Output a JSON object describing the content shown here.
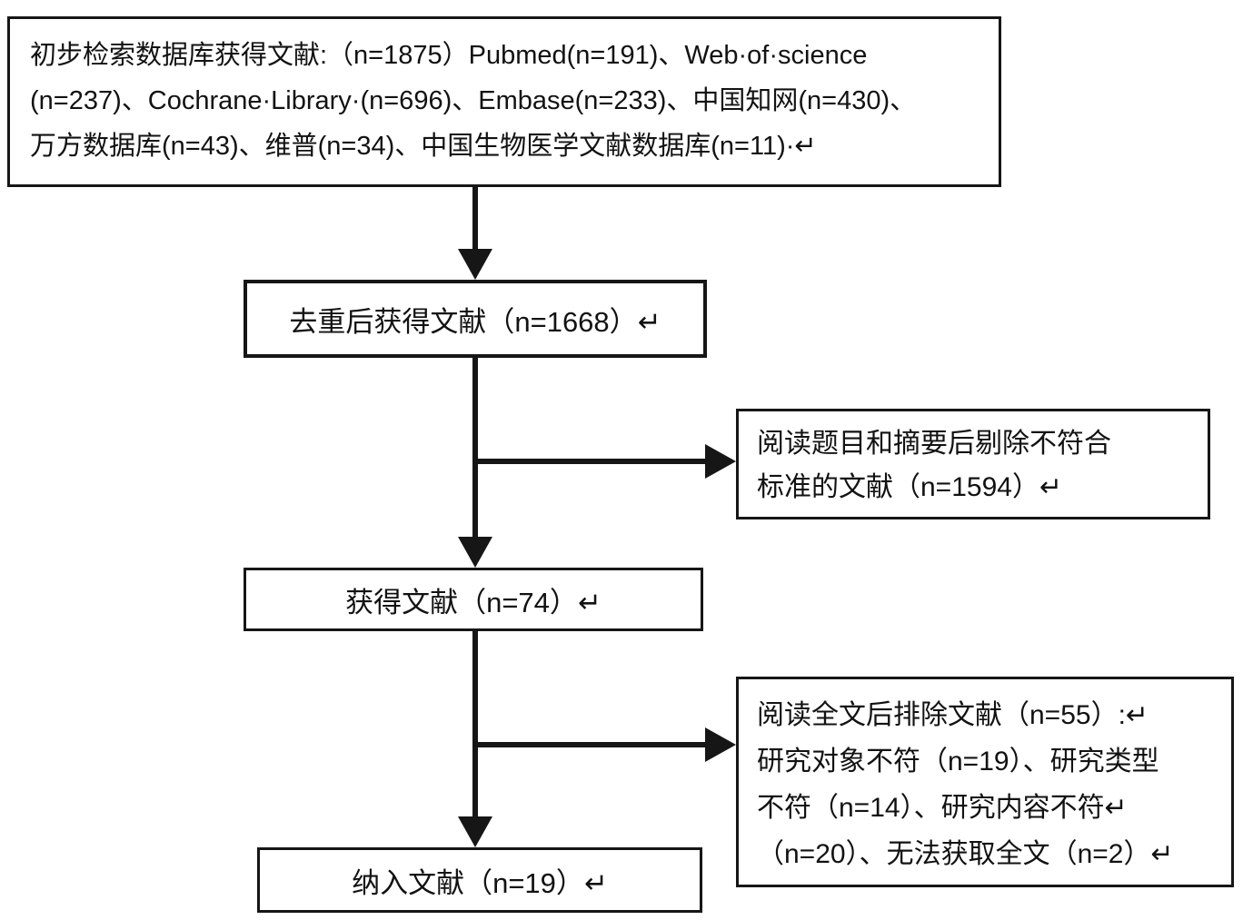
{
  "diagram_title": "literature-screening-flowchart",
  "colors": {
    "border": "#161616",
    "arrow": "#161616",
    "background": "#ffffff",
    "text": "#121212"
  },
  "boxes": {
    "initial_search": "初步检索数据库获得文献:（n=1875）Pubmed(n=191)、Web·of·science\n(n=237)、Cochrane·Library·(n=696)、Embase(n=233)、中国知网(n=430)、\n万方数据库(n=43)、维普(n=34)、中国生物医学文献数据库(n=11)·↵",
    "after_dedup": "去重后获得文献（n=1668）↵",
    "excluded_title_abstract": "阅读题目和摘要后剔除不符合\n标准的文献（n=1594）↵",
    "obtained_fulltext": "获得文献（n=74）↵",
    "excluded_fulltext": "阅读全文后排除文献（n=55）:↵\n研究对象不符（n=19）、研究类型\n不符（n=14）、研究内容不符↵\n（n=20）、无法获取全文（n=2）↵",
    "included": "纳入文献（n=19）↵"
  },
  "counts": {
    "initial_total": 1875,
    "pubmed": 191,
    "web_of_science": 237,
    "cochrane_library": 696,
    "embase": 233,
    "cnki": 430,
    "wanfang": 43,
    "vip": 34,
    "cbm": 11,
    "after_dedup": 1668,
    "excluded_title_abstract": 1594,
    "obtained_fulltext": 74,
    "excluded_fulltext": 55,
    "excluded_subject_mismatch": 19,
    "excluded_study_type": 14,
    "excluded_content": 20,
    "excluded_no_fulltext": 2,
    "included": 19
  }
}
